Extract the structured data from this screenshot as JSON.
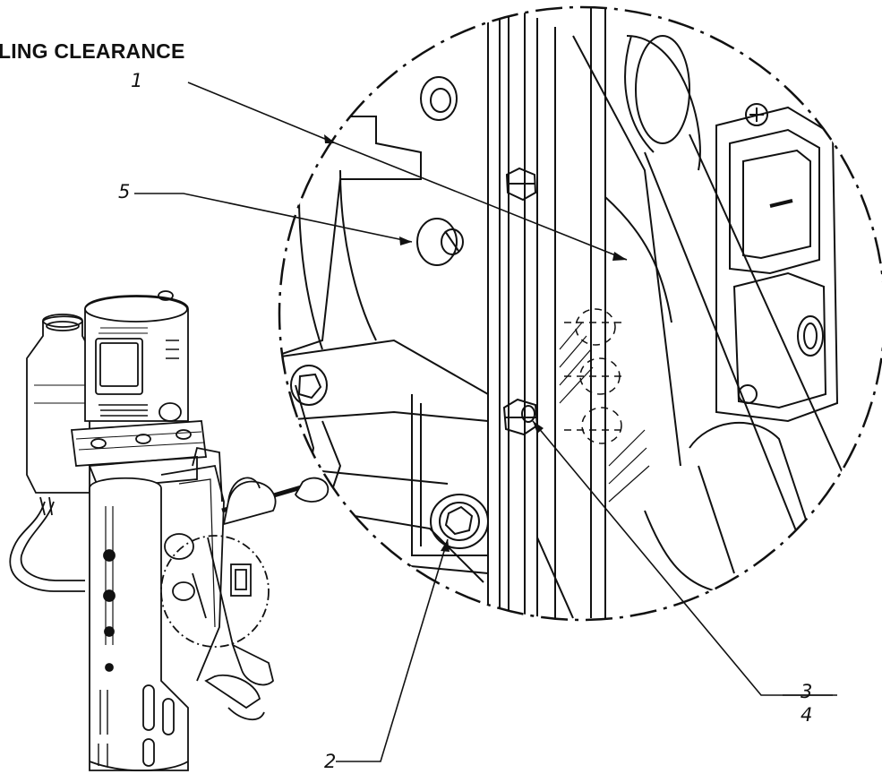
{
  "title": "LING CLEARANCE",
  "callouts": {
    "c1": "1",
    "c2": "2",
    "c3": "3",
    "c4": "4",
    "c5": "5"
  },
  "colors": {
    "ink": "#111111",
    "background": "#ffffff"
  }
}
